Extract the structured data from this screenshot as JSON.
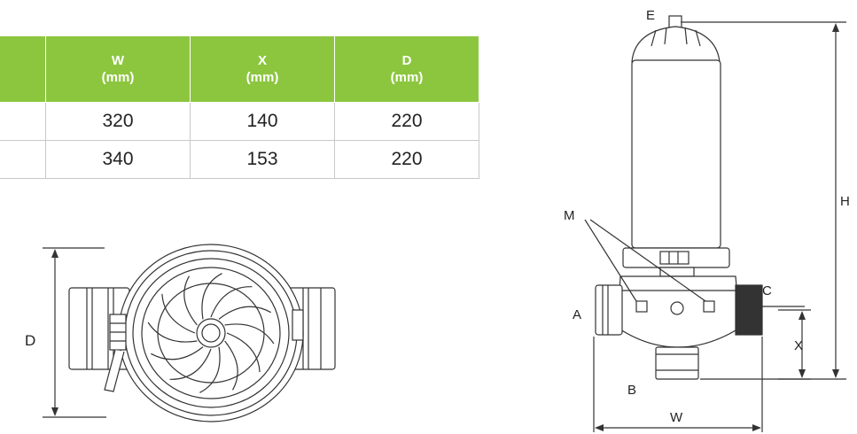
{
  "table": {
    "headers": [
      {
        "key": "W",
        "unit": "(mm)"
      },
      {
        "key": "X",
        "unit": "(mm)"
      },
      {
        "key": "D",
        "unit": "(mm)"
      }
    ],
    "rows": [
      [
        "320",
        "140",
        "220"
      ],
      [
        "340",
        "153",
        "220"
      ]
    ]
  },
  "top_view": {
    "dimension_label": "D"
  },
  "side_view": {
    "labels": {
      "E": "E",
      "H": "H",
      "M": "M",
      "A": "A",
      "B": "B",
      "C": "C",
      "X": "X",
      "W": "W"
    }
  },
  "colors": {
    "header_green": "#8cc63f",
    "line": "#333333"
  }
}
